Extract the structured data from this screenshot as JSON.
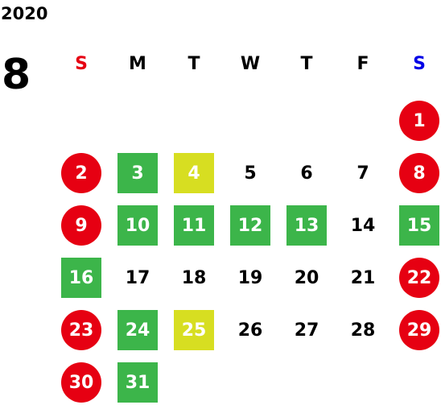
{
  "calendar": {
    "year": "2020",
    "month": "8",
    "weekdays": [
      {
        "label": "S",
        "color": "#e60012"
      },
      {
        "label": "M",
        "color": "#000000"
      },
      {
        "label": "T",
        "color": "#000000"
      },
      {
        "label": "W",
        "color": "#000000"
      },
      {
        "label": "T",
        "color": "#000000"
      },
      {
        "label": "F",
        "color": "#000000"
      },
      {
        "label": "S",
        "color": "#0000e6"
      }
    ],
    "colors": {
      "holiday_red": "#e60012",
      "green": "#3cb54a",
      "yellow": "#d7de21",
      "text": "#000000"
    },
    "days": [
      {
        "day": "1",
        "style": "sat"
      },
      {
        "day": "2",
        "style": "sun"
      },
      {
        "day": "3",
        "style": "green"
      },
      {
        "day": "4",
        "style": "yellow"
      },
      {
        "day": "5",
        "style": "plain"
      },
      {
        "day": "6",
        "style": "plain"
      },
      {
        "day": "7",
        "style": "plain"
      },
      {
        "day": "8",
        "style": "sat"
      },
      {
        "day": "9",
        "style": "sun"
      },
      {
        "day": "10",
        "style": "green"
      },
      {
        "day": "11",
        "style": "green"
      },
      {
        "day": "12",
        "style": "green"
      },
      {
        "day": "13",
        "style": "green"
      },
      {
        "day": "14",
        "style": "plain"
      },
      {
        "day": "15",
        "style": "green"
      },
      {
        "day": "16",
        "style": "green"
      },
      {
        "day": "17",
        "style": "plain"
      },
      {
        "day": "18",
        "style": "plain"
      },
      {
        "day": "19",
        "style": "plain"
      },
      {
        "day": "20",
        "style": "plain"
      },
      {
        "day": "21",
        "style": "plain"
      },
      {
        "day": "22",
        "style": "sat"
      },
      {
        "day": "23",
        "style": "sun"
      },
      {
        "day": "24",
        "style": "green"
      },
      {
        "day": "25",
        "style": "yellow"
      },
      {
        "day": "26",
        "style": "plain"
      },
      {
        "day": "27",
        "style": "plain"
      },
      {
        "day": "28",
        "style": "plain"
      },
      {
        "day": "29",
        "style": "sat"
      },
      {
        "day": "30",
        "style": "sun"
      },
      {
        "day": "31",
        "style": "green"
      }
    ]
  }
}
